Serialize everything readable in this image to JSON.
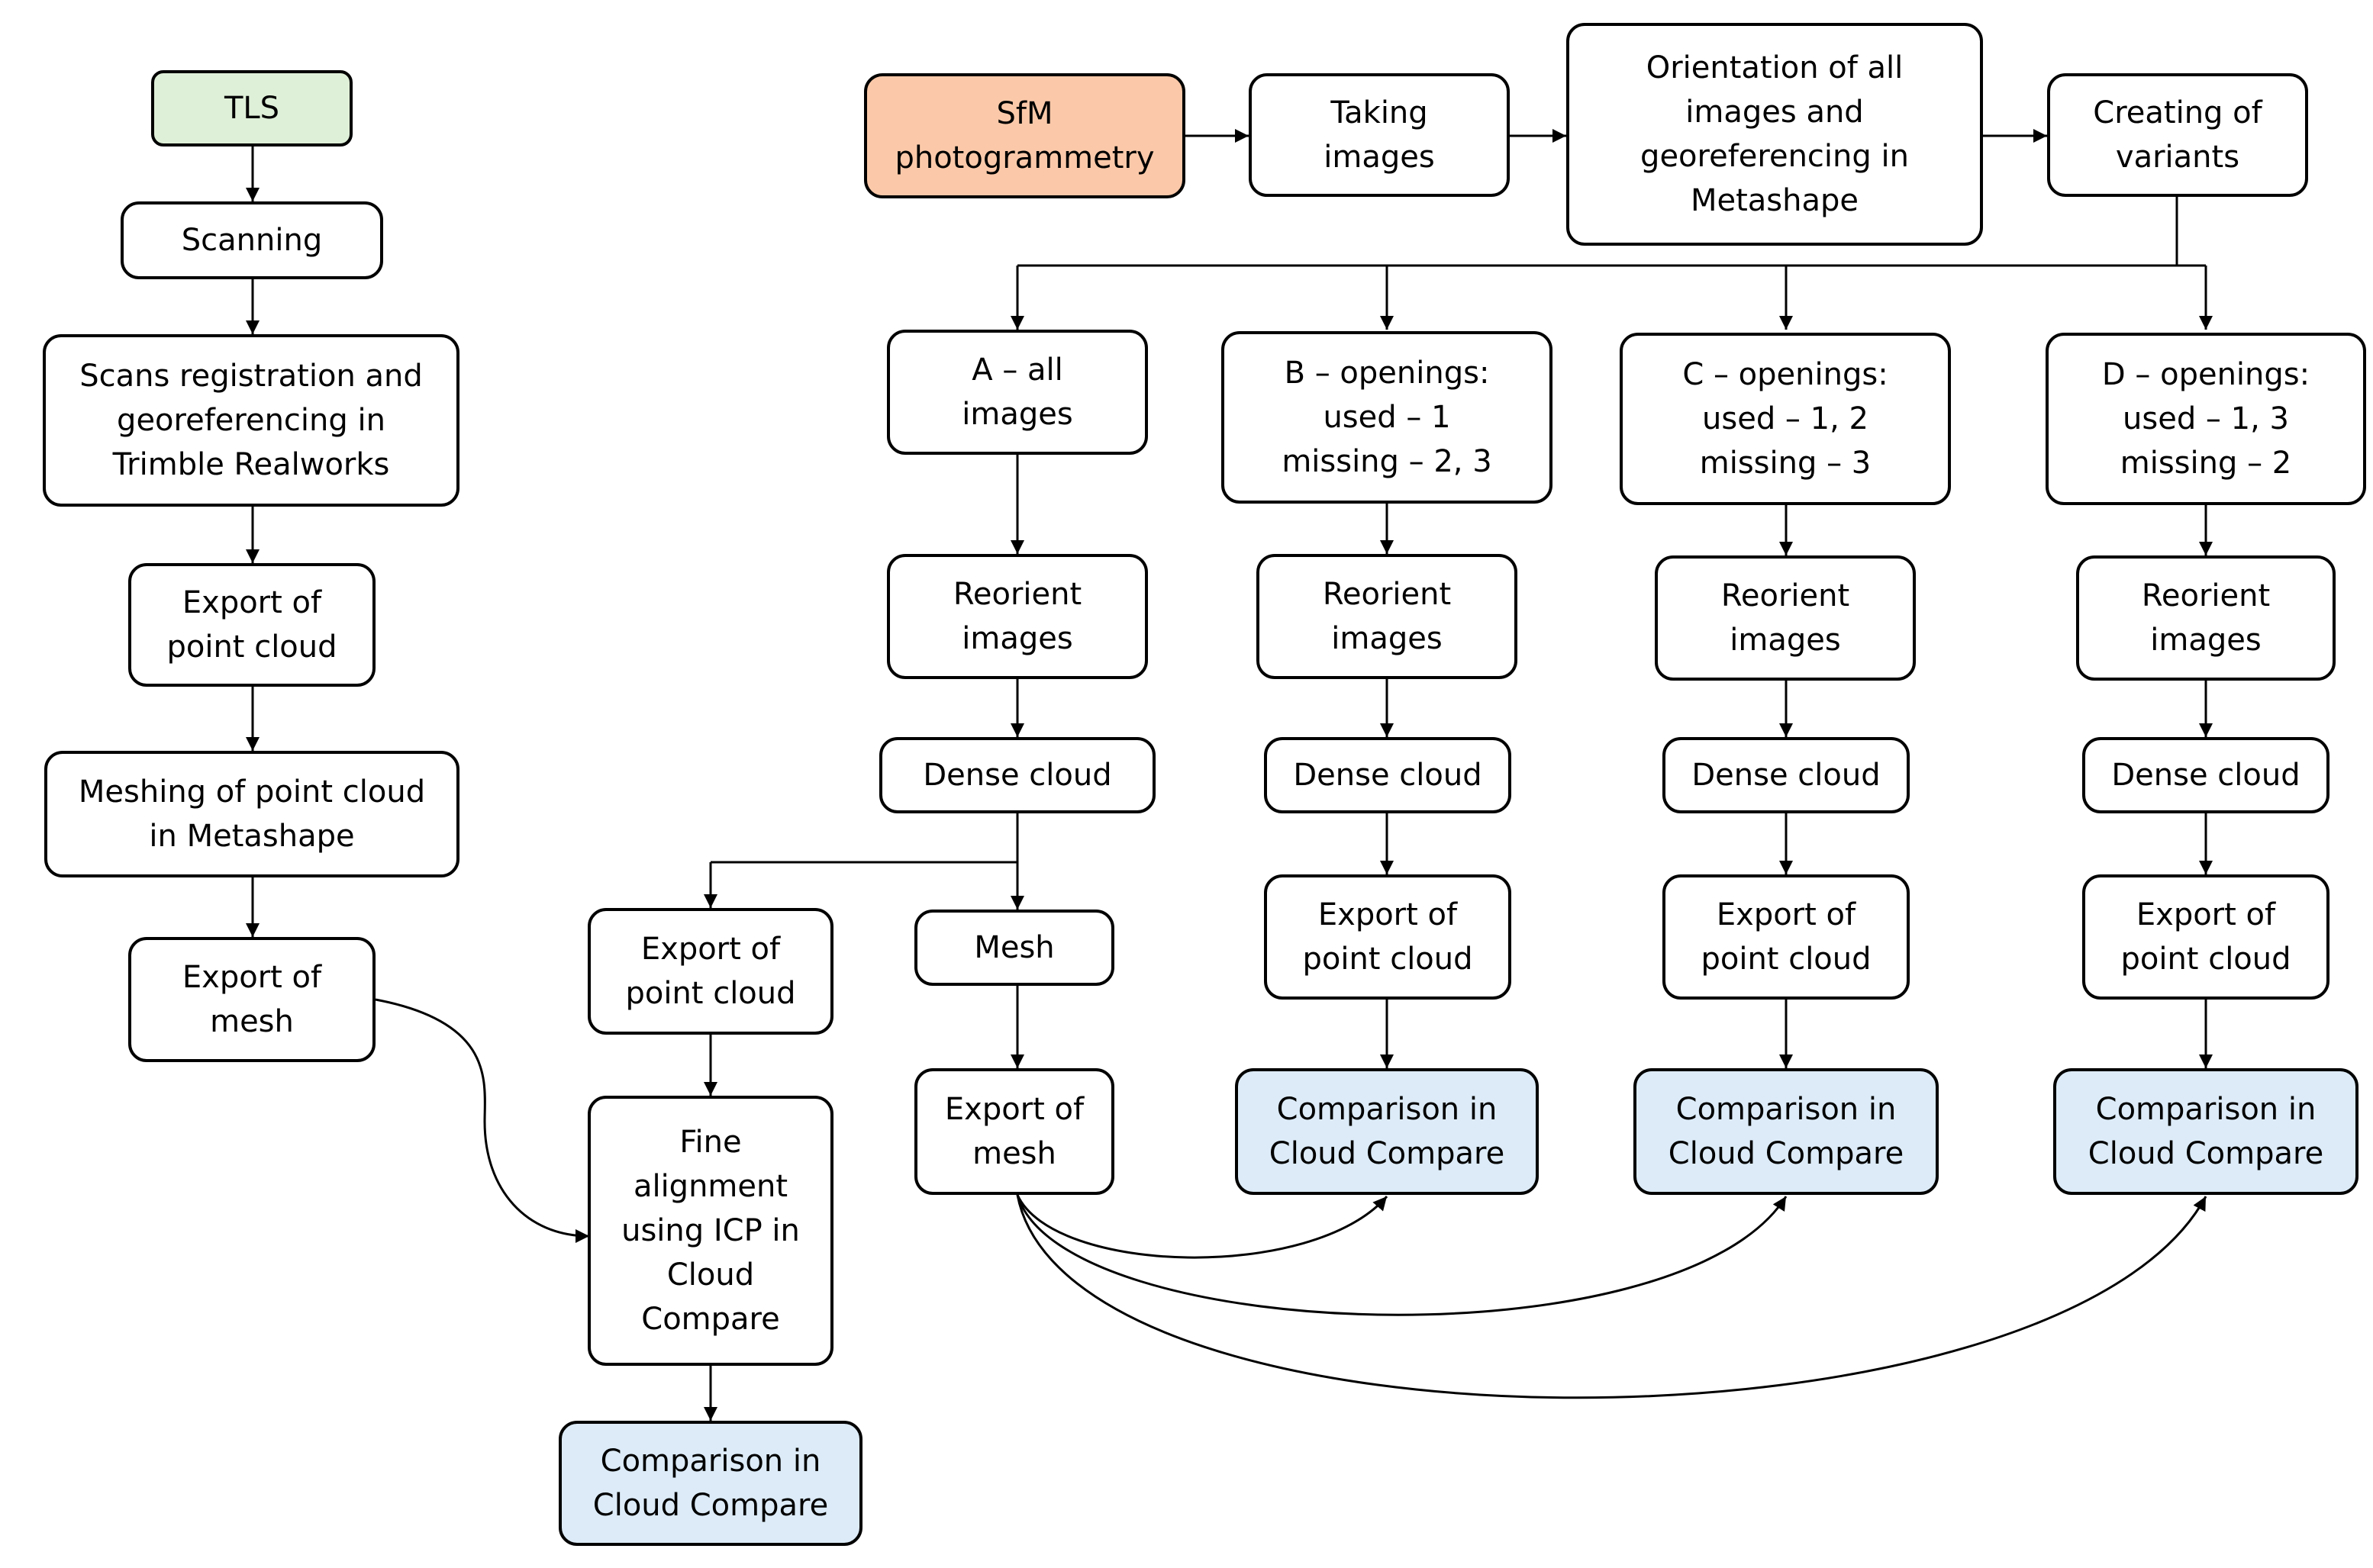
{
  "colors": {
    "tls_fill": "#dff0d8",
    "sfm_fill": "#fbc9a9",
    "compare_fill": "#dcebf7",
    "stroke": "#000000"
  },
  "tls": {
    "title": "TLS",
    "scanning": "Scanning",
    "registration": "Scans registration and\ngeoreferencing in\nTrimble Realworks",
    "export_cloud": "Export of\npoint cloud",
    "meshing": "Meshing of point cloud\nin Metashape",
    "export_mesh": "Export of\nmesh"
  },
  "sfm": {
    "title": "SfM\nphotogrammetry",
    "taking": "Taking\nimages",
    "orientation": "Orientation of all\nimages and\ngeoreferencing in\nMetashape",
    "variants": "Creating of\nvariants"
  },
  "variant_a": {
    "title": "A – all\nimages",
    "reorient": "Reorient\nimages",
    "dense": "Dense cloud",
    "export_cloud": "Export of\npoint cloud",
    "fine": "Fine\nalignment\nusing ICP in\nCloud\nCompare",
    "compare": "Comparison in\nCloud Compare",
    "mesh": "Mesh",
    "export_mesh": "Export of\nmesh"
  },
  "variant_b": {
    "title": "B – openings:\nused – 1\nmissing – 2, 3",
    "reorient": "Reorient\nimages",
    "dense": "Dense cloud",
    "export_cloud": "Export of\npoint cloud",
    "compare": "Comparison in\nCloud Compare"
  },
  "variant_c": {
    "title": "C – openings:\nused – 1, 2\nmissing – 3",
    "reorient": "Reorient\nimages",
    "dense": "Dense cloud",
    "export_cloud": "Export of\npoint cloud",
    "compare": "Comparison in\nCloud Compare"
  },
  "variant_d": {
    "title": "D – openings:\nused – 1, 3\nmissing – 2",
    "reorient": "Reorient\nimages",
    "dense": "Dense cloud",
    "export_cloud": "Export of\npoint cloud",
    "compare": "Comparison in\nCloud Compare"
  }
}
